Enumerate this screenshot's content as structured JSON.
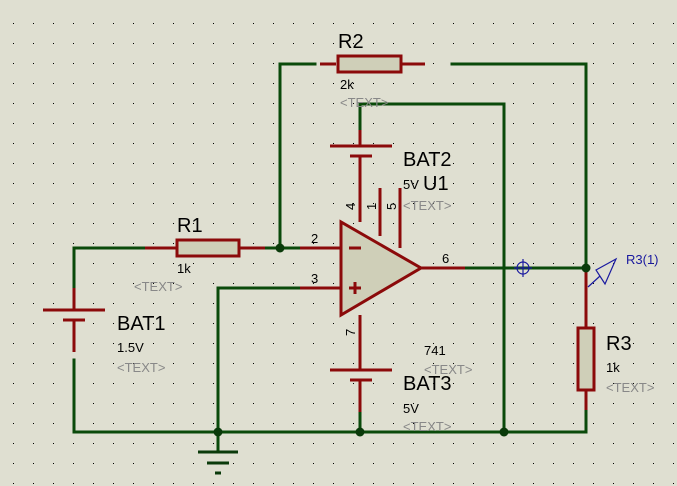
{
  "schematic": {
    "components": {
      "R1": {
        "ref": "R1",
        "value": "1k",
        "text": "<TEXT>"
      },
      "R2": {
        "ref": "R2",
        "value": "2k",
        "text": "<TEXT>"
      },
      "R3": {
        "ref": "R3",
        "value": "1k",
        "text": "<TEXT>"
      },
      "BAT1": {
        "ref": "BAT1",
        "value": "1.5V",
        "text": "<TEXT>"
      },
      "BAT2": {
        "ref": "BAT2",
        "value": "5V",
        "text": "<TEXT>"
      },
      "BAT3": {
        "ref": "BAT3",
        "value": "5V",
        "text": "<TEXT>"
      },
      "U1": {
        "ref": "U1",
        "value": "741",
        "text": "<TEXT>",
        "pins": {
          "inv": "2",
          "noninv": "3",
          "out": "6",
          "vplus": "4",
          "offset1": "1",
          "offset2": "5",
          "vminus": "7"
        },
        "inv_symbol": "−",
        "noninv_symbol": "+"
      }
    },
    "probe": {
      "label": "R3(1)"
    },
    "colors": {
      "background": "#dfdfd1",
      "wire": "#0a4a0a",
      "component": "#8b0a0a",
      "component_fill": "#cfcfb8",
      "probe": "#1a1aa0",
      "grid_dot": "#000000"
    }
  }
}
